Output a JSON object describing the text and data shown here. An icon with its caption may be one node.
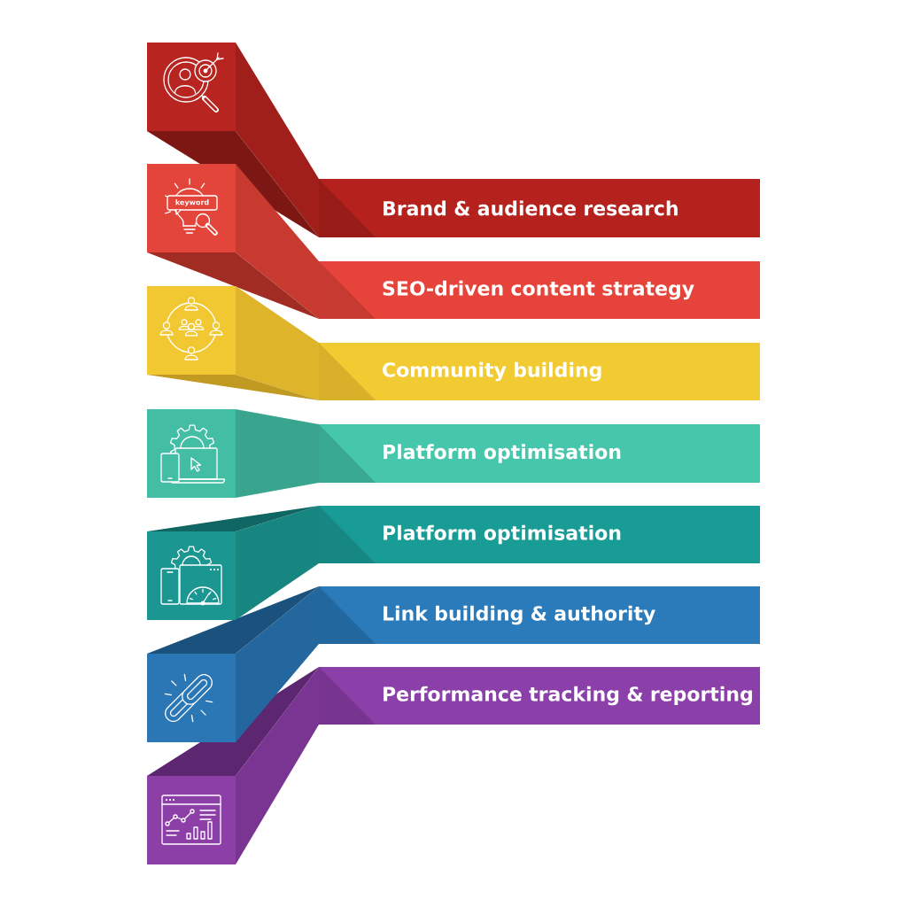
{
  "diagram": {
    "nodes": [
      {
        "text": [
          "Brand & audience research"
        ]
      },
      {
        "text": [
          "SEO-driven content strategy"
        ]
      },
      {
        "text": [
          "Community building"
        ]
      },
      {
        "text": [
          "Platform optimisation"
        ]
      },
      {
        "text": [
          "Platform optimisation"
        ]
      },
      {
        "text": [
          "Link building & authority"
        ]
      },
      {
        "text": [
          "Performance tracking & reporting"
        ]
      }
    ],
    "labels": [
      "keyword"
    ]
  }
}
